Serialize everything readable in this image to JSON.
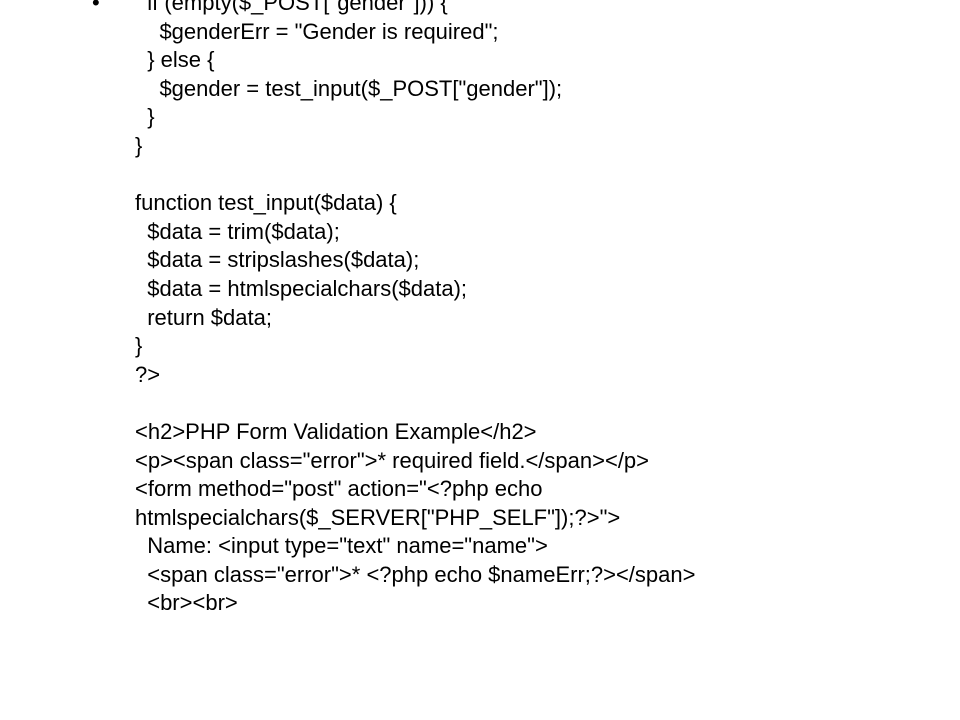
{
  "slide": {
    "bullet_glyph": "•",
    "code_lines": [
      "  if (empty($_POST[\"gender\"])) {",
      "    $genderErr = \"Gender is required\";",
      "  } else {",
      "    $gender = test_input($_POST[\"gender\"]);",
      "  }",
      "}",
      "",
      "function test_input($data) {",
      "  $data = trim($data);",
      "  $data = stripslashes($data);",
      "  $data = htmlspecialchars($data);",
      "  return $data;",
      "}",
      "?>",
      "",
      "<h2>PHP Form Validation Example</h2>",
      "<p><span class=\"error\">* required field.</span></p>",
      "<form method=\"post\" action=\"<?php echo",
      "htmlspecialchars($_SERVER[\"PHP_SELF\"]);?>\">",
      "  Name: <input type=\"text\" name=\"name\">",
      "  <span class=\"error\">* <?php echo $nameErr;?></span>",
      "  <br><br>"
    ]
  }
}
